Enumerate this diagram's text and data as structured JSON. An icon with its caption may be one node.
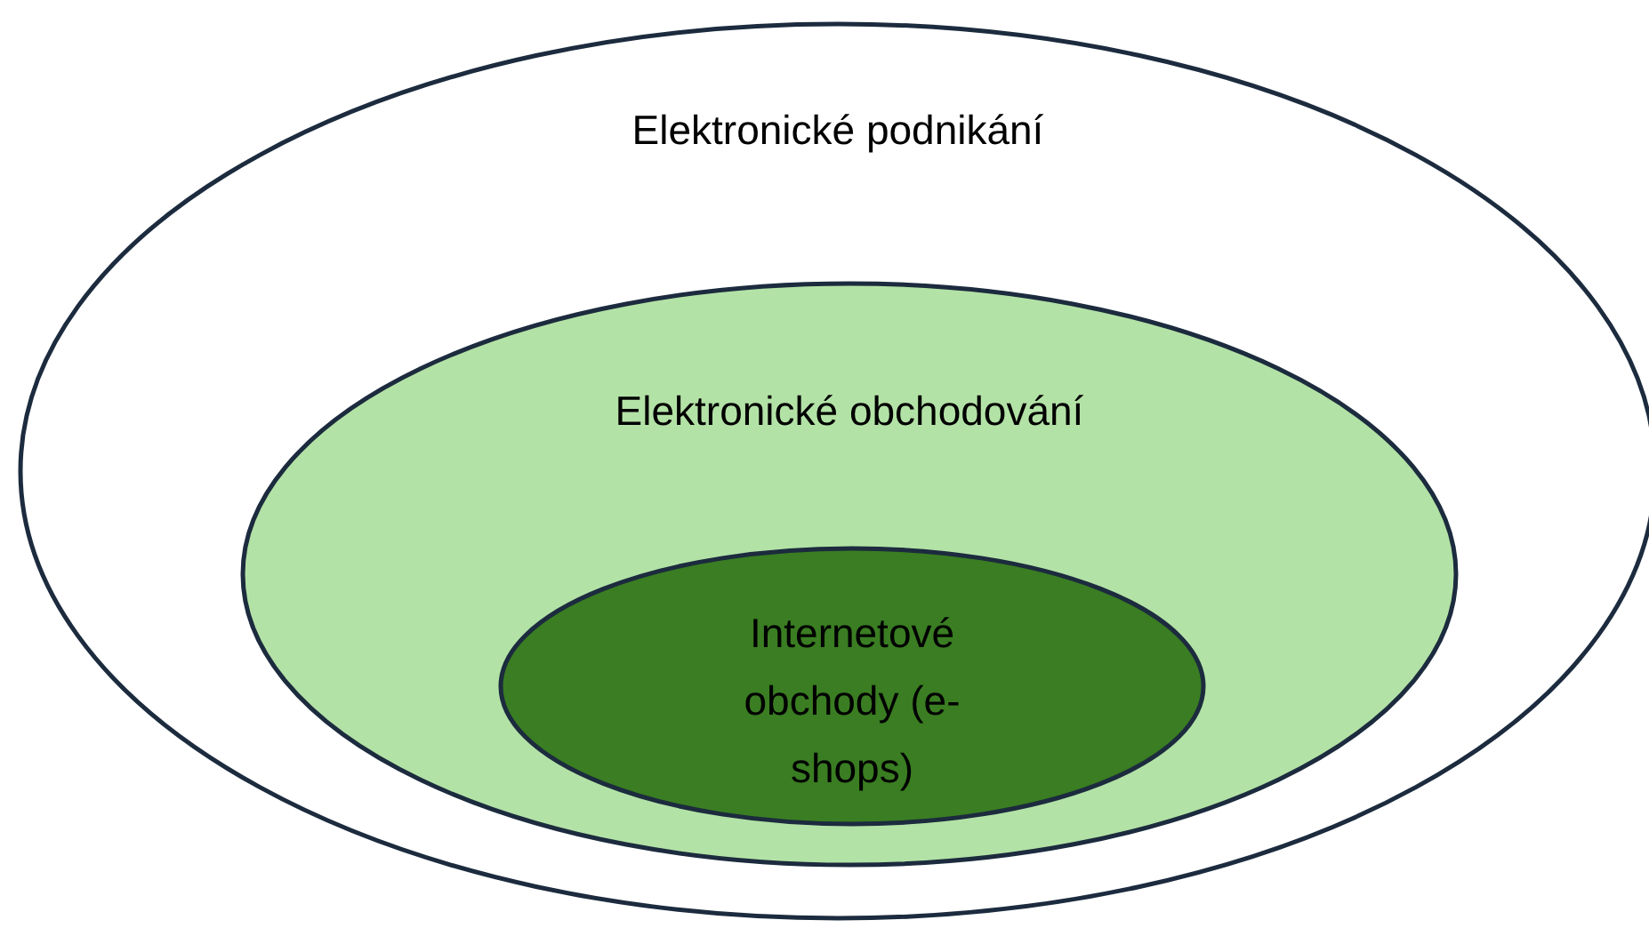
{
  "diagram": {
    "nodes": [
      {
        "text": [
          "Elektronické podnikání"
        ]
      },
      {
        "text": [
          "Elektronické obchodování"
        ],
        "in": 0
      },
      {
        "text": [
          "Internetové obchody (e-shops)"
        ],
        "in": 1
      }
    ]
  }
}
